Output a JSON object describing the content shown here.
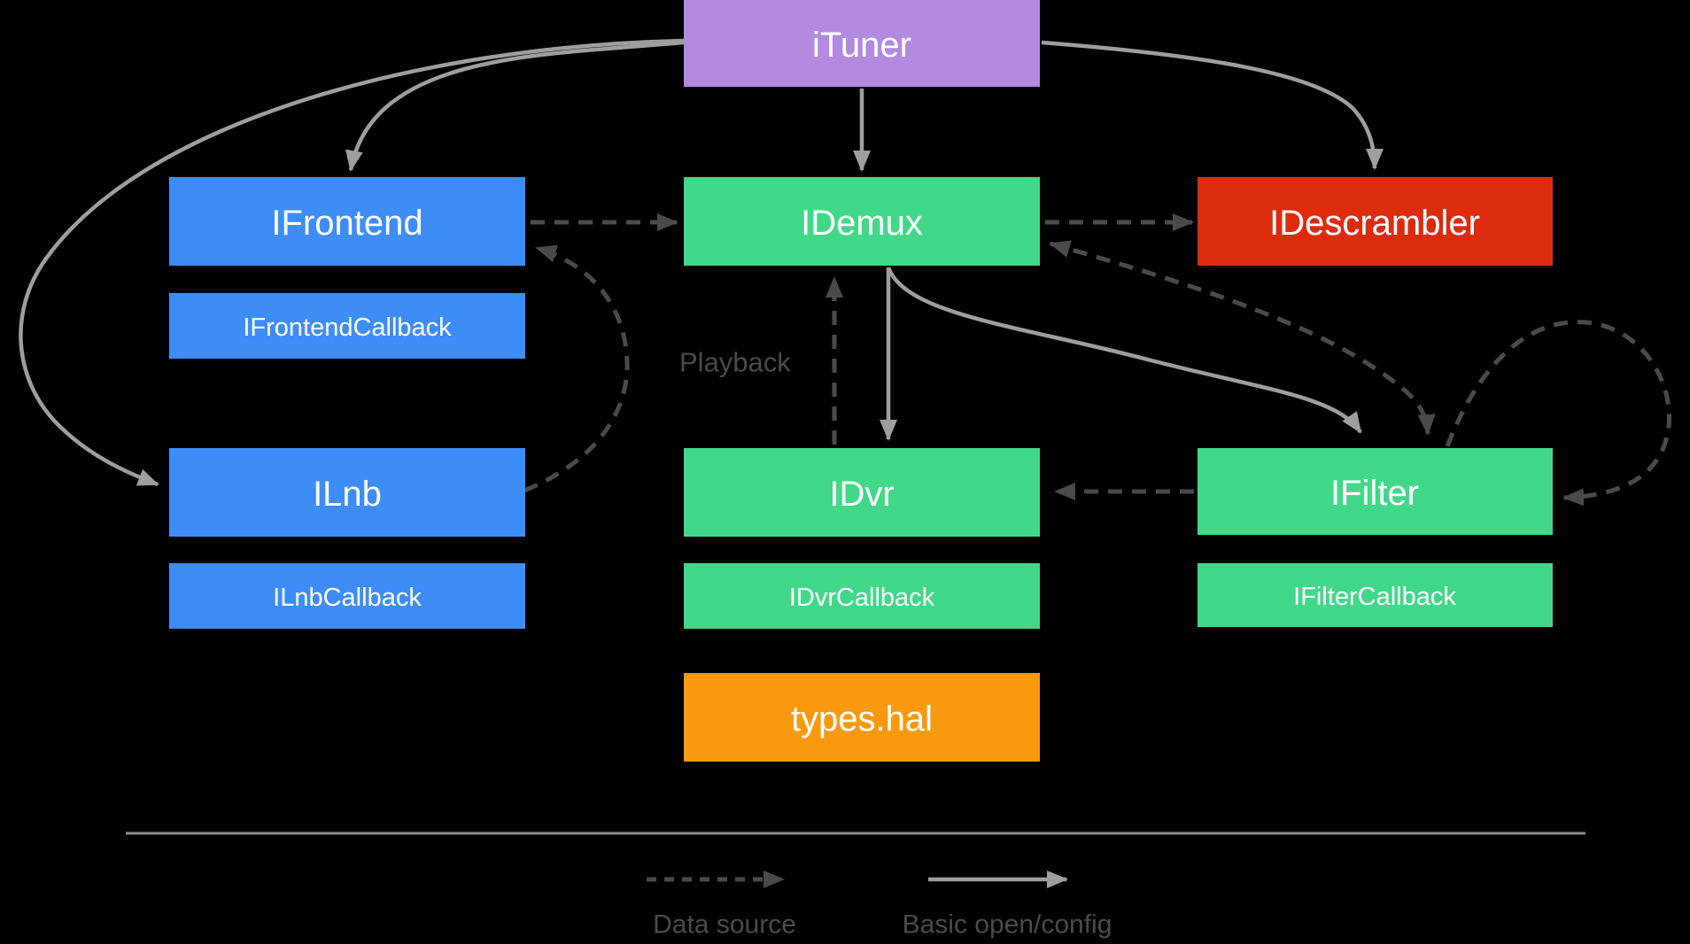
{
  "colors": {
    "background": "#000000",
    "purple": "#b28ae0",
    "blue": "#3e8df7",
    "green": "#42d889",
    "red": "#dc2c0e",
    "orange": "#f9990f",
    "arrow_solid": "#9e9e9e",
    "arrow_dashed": "#4a4a4a",
    "divider": "#8c8c8c",
    "box_text": "#ffffff",
    "gray_text": "#4a4a4a"
  },
  "nodes": {
    "ituner": {
      "label": "iTuner"
    },
    "ifrontend": {
      "label": "IFrontend"
    },
    "ifrontend_cb": {
      "label": "IFrontendCallback"
    },
    "ilnb": {
      "label": "ILnb"
    },
    "ilnb_cb": {
      "label": "ILnbCallback"
    },
    "idemux": {
      "label": "IDemux"
    },
    "idvr": {
      "label": "IDvr"
    },
    "idvr_cb": {
      "label": "IDvrCallback"
    },
    "types_hal": {
      "label": "types.hal"
    },
    "idescrambler": {
      "label": "IDescrambler"
    },
    "ifilter": {
      "label": "IFilter"
    },
    "ifilter_cb": {
      "label": "IFilterCallback"
    }
  },
  "annotations": {
    "playback": "Playback"
  },
  "legend": {
    "data_source": "Data source",
    "basic_open_config": "Basic open/config"
  }
}
